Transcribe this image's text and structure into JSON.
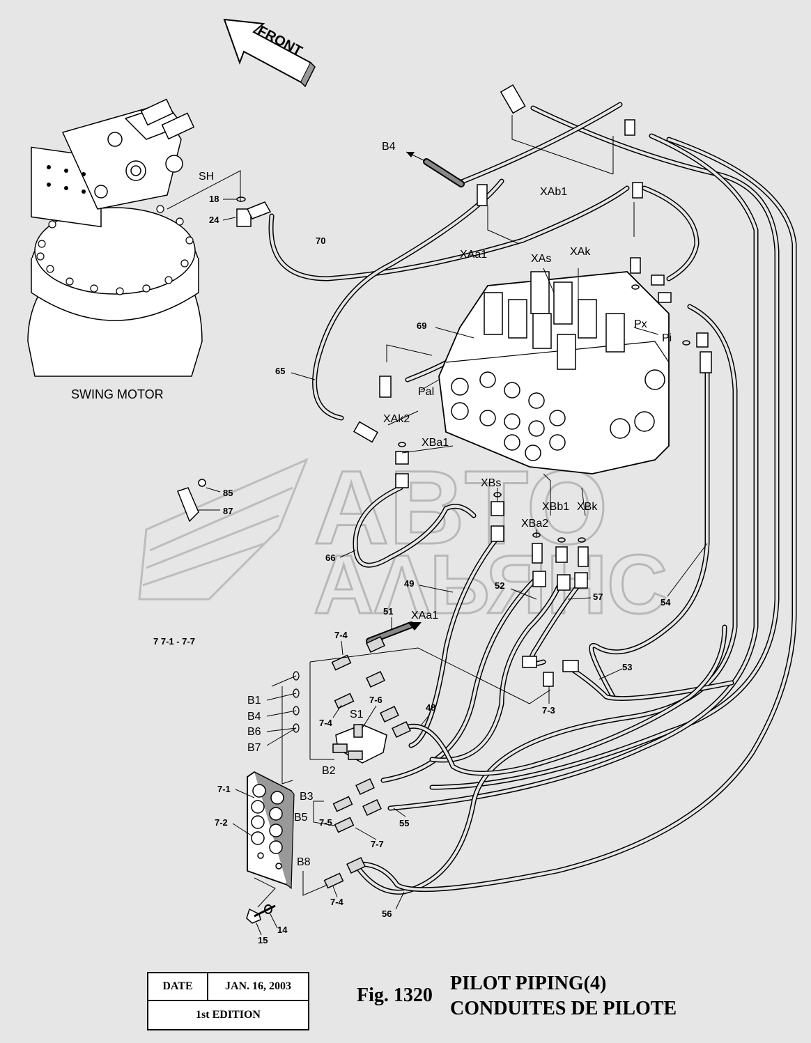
{
  "front_arrow": "FRONT",
  "swing_motor_caption": "SWING MOTOR",
  "labels": {
    "SH": "SH",
    "B4_top": "B4",
    "XAb1": "XAb1",
    "XAa1": "XAa1",
    "XAs": "XAs",
    "XAk": "XAk",
    "Px": "Px",
    "Pi": "Pi",
    "Pal": "Pal",
    "XAk2": "XAk2",
    "XBa1": "XBa1",
    "XBs": "XBs",
    "XBb1": "XBb1",
    "XBk": "XBk",
    "XBa2": "XBa2",
    "XAa1_arrow": "XAa1",
    "B1": "B1",
    "B4": "B4",
    "B6": "B6",
    "B7": "B7",
    "B2": "B2",
    "B3": "B3",
    "B5": "B5",
    "B8": "B8",
    "S1": "S1"
  },
  "part_numbers": {
    "p18": "18",
    "p24": "24",
    "p70": "70",
    "p69": "69",
    "p65": "65",
    "p85": "85",
    "p87": "87",
    "p66": "66",
    "p49": "49",
    "p52": "52",
    "p57": "57",
    "p54": "54",
    "p51": "51",
    "p53": "53",
    "p7_4a": "7-4",
    "p7_6": "7-6",
    "p48": "48",
    "p7_3": "7-3",
    "p7_4b": "7-4",
    "p7_1": "7-1",
    "p7_2": "7-2",
    "p7_5": "7-5",
    "p7_7": "7-7",
    "p55": "55",
    "p7_4c": "7-4",
    "p56": "56",
    "p14": "14",
    "p15": "15"
  },
  "kit_caption": "7   7-1  - 7-7",
  "title_block": {
    "date_label": "DATE",
    "date_value": "JAN. 16, 2003",
    "edition": "1st EDITION"
  },
  "figure": {
    "number": "Fig. 1320",
    "title_en": "PILOT PIPING(4)",
    "title_fr": "CONDUITES DE PILOTE"
  },
  "watermark": {
    "line1": "ABTO",
    "line2": "AΛЬЯНС"
  }
}
